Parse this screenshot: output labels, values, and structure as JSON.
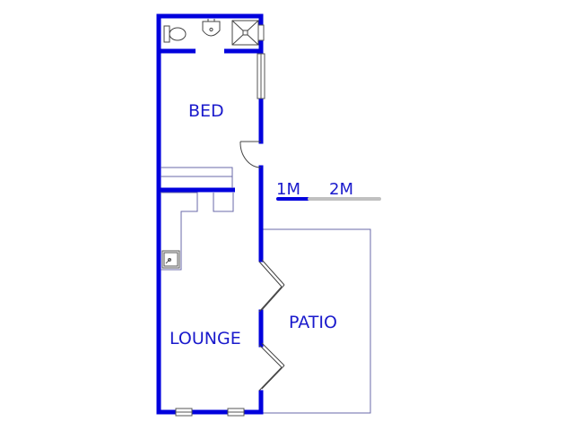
{
  "rooms": {
    "bed": "BED",
    "lounge": "LOUNGE",
    "patio": "PATIO"
  },
  "scale": {
    "first": "1M",
    "second": "2M"
  },
  "colors": {
    "wall": "#0000dd",
    "outline": "#6a6aa8",
    "label": "#1a1acc",
    "scale_bar_dark": "#0000dd",
    "scale_bar_light": "#c0c0c0"
  }
}
